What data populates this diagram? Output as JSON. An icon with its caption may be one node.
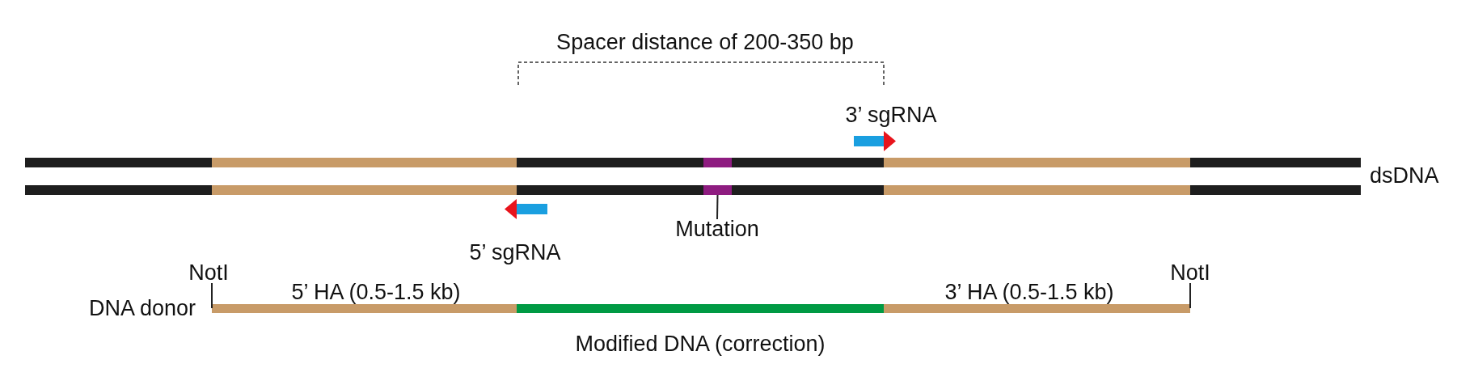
{
  "diagram": {
    "nodes": [
      {
        "text": [
          "Mutation"
        ]
      },
      {
        "text": [],
        "shape": "box"
      },
      {
        "text": [
          "NotI"
        ]
      },
      {
        "text": [
          "NotI"
        ]
      }
    ],
    "edges": [
      {
        "from": 0,
        "to": 1,
        "arrow": "none"
      },
      {
        "from": 2,
        "to": null,
        "arrow": "none"
      },
      {
        "from": 3,
        "to": null,
        "arrow": "none"
      }
    ],
    "labels": [
      "Spacer distance of 200-350 bp",
      "3’ sgRNA",
      "dsDNA",
      "5’ sgRNA",
      "DNA donor",
      "5’ HA (0.5-1.5 kb)",
      "3’ HA (0.5-1.5 kb)",
      "Modified DNA (correction)"
    ]
  }
}
